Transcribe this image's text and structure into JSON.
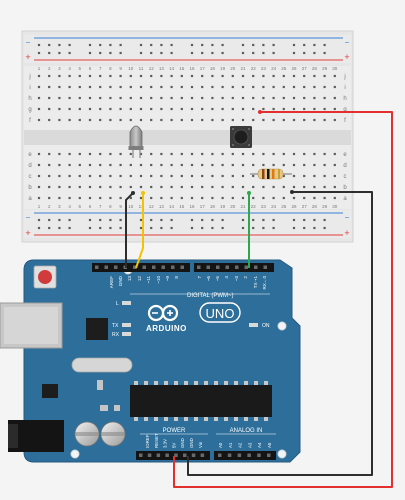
{
  "colors": {
    "canvas_bg": "#f4f4f4",
    "breadboard": "#e6e6e6",
    "breadboard_edge": "#d2d2d2",
    "rail_red": "#e23c3c",
    "rail_blue": "#3a7fd6",
    "arduino_blue": "#2d6f9a",
    "arduino_dark": "#1f4f72",
    "wire_black": "#2e2e2e",
    "wire_yellow": "#f2c400",
    "wire_green": "#2ea84a",
    "wire_red": "#e23030"
  },
  "breadboard": {
    "rail_plus": "+",
    "rail_minus": "−",
    "row_letters_top": [
      "j",
      "i",
      "h",
      "g",
      "f"
    ],
    "row_letters_bottom": [
      "e",
      "d",
      "c",
      "b",
      "a"
    ],
    "column_numbers": [
      "1",
      "2",
      "3",
      "4",
      "5",
      "6",
      "7",
      "8",
      "9",
      "10",
      "11",
      "12",
      "13",
      "14",
      "15",
      "16",
      "17",
      "18",
      "19",
      "20",
      "21",
      "22",
      "23",
      "24",
      "25",
      "26",
      "27",
      "28",
      "29",
      "30"
    ]
  },
  "components": {
    "led": "led-icon",
    "pushbutton": "pushbutton-icon",
    "resistor": "resistor-icon"
  },
  "arduino": {
    "brand": "ARDUINO",
    "model": "UNO",
    "digital_label": "DIGITAL (PWM~)",
    "power_label": "POWER",
    "analog_label": "ANALOG IN",
    "on_label": "ON",
    "led_l": "L",
    "led_tx": "TX",
    "led_rx": "RX",
    "digital_pins": [
      "AREF",
      "GND",
      "13",
      "12",
      "~11",
      "~10",
      "~9",
      "8",
      "7",
      "~6",
      "~5",
      "4",
      "~3",
      "2",
      "TX➝1",
      "RX←0"
    ],
    "power_pins": [
      "IOREF",
      "RESET",
      "3.3V",
      "5V",
      "GND",
      "GND",
      "Vin"
    ],
    "analog_pins": [
      "A0",
      "A1",
      "A2",
      "A3",
      "A4",
      "A5"
    ]
  }
}
